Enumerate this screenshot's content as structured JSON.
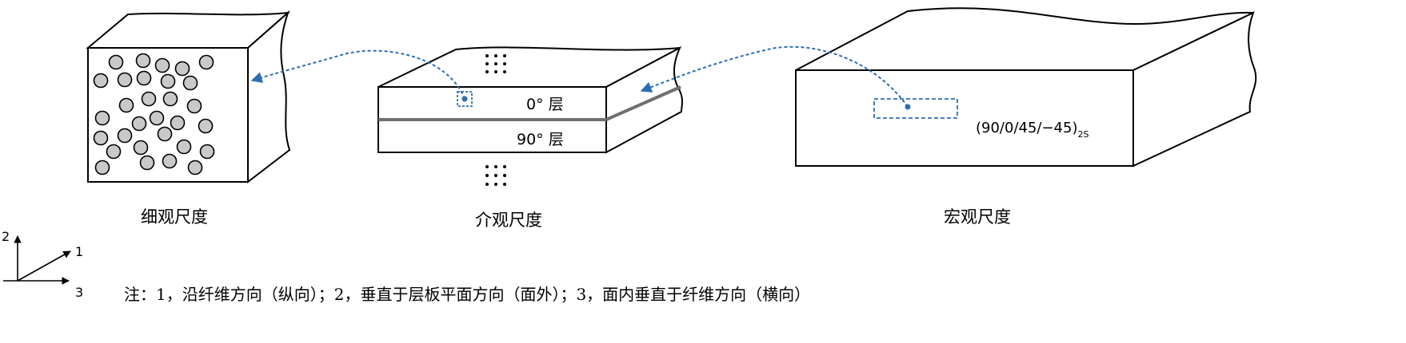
{
  "captions": {
    "micro": "细观尺度",
    "meso": "介观尺度",
    "macro": "宏观尺度"
  },
  "layers": {
    "top": "0° 层",
    "bottom": "90° 层"
  },
  "laminate": {
    "base": "(90/0/45/−45)",
    "subscript": "2S"
  },
  "axes": {
    "axis1": "1",
    "axis2": "2",
    "axis3": "3"
  },
  "note": "注：1，沿纤维方向（纵向）；2，垂直于层板平面方向（面外）；3，面内垂直于纤维方向（横向）",
  "colors": {
    "line": "#000000",
    "link": "#2e6db4",
    "fiber_fill": "#c9c9c9",
    "layer_interface": "#6f6f6f"
  },
  "icons": {
    "ellipsis": "vertical-dots",
    "arrow": "dashed-curved-arrow"
  }
}
